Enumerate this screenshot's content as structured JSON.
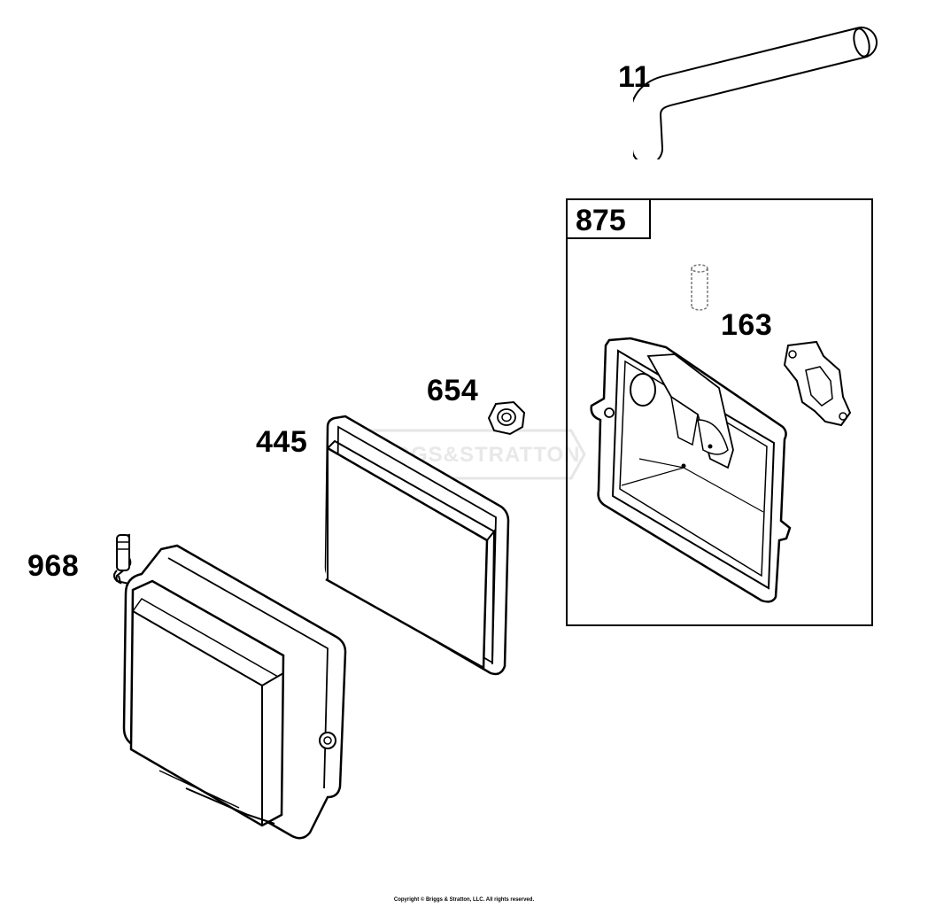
{
  "watermark": {
    "text": "BRIGGS&STRATTON"
  },
  "parts": {
    "p11": {
      "number": "11"
    },
    "p875": {
      "number": "875"
    },
    "p163": {
      "number": "163"
    },
    "p654": {
      "number": "654"
    },
    "p445": {
      "number": "445"
    },
    "p968": {
      "number": "968"
    }
  },
  "footer": {
    "copyright": "Copyright © Briggs & Stratton, LLC. All rights reserved."
  },
  "colors": {
    "line": "#000000",
    "watermark": "#e8e8e8",
    "background": "#ffffff"
  }
}
